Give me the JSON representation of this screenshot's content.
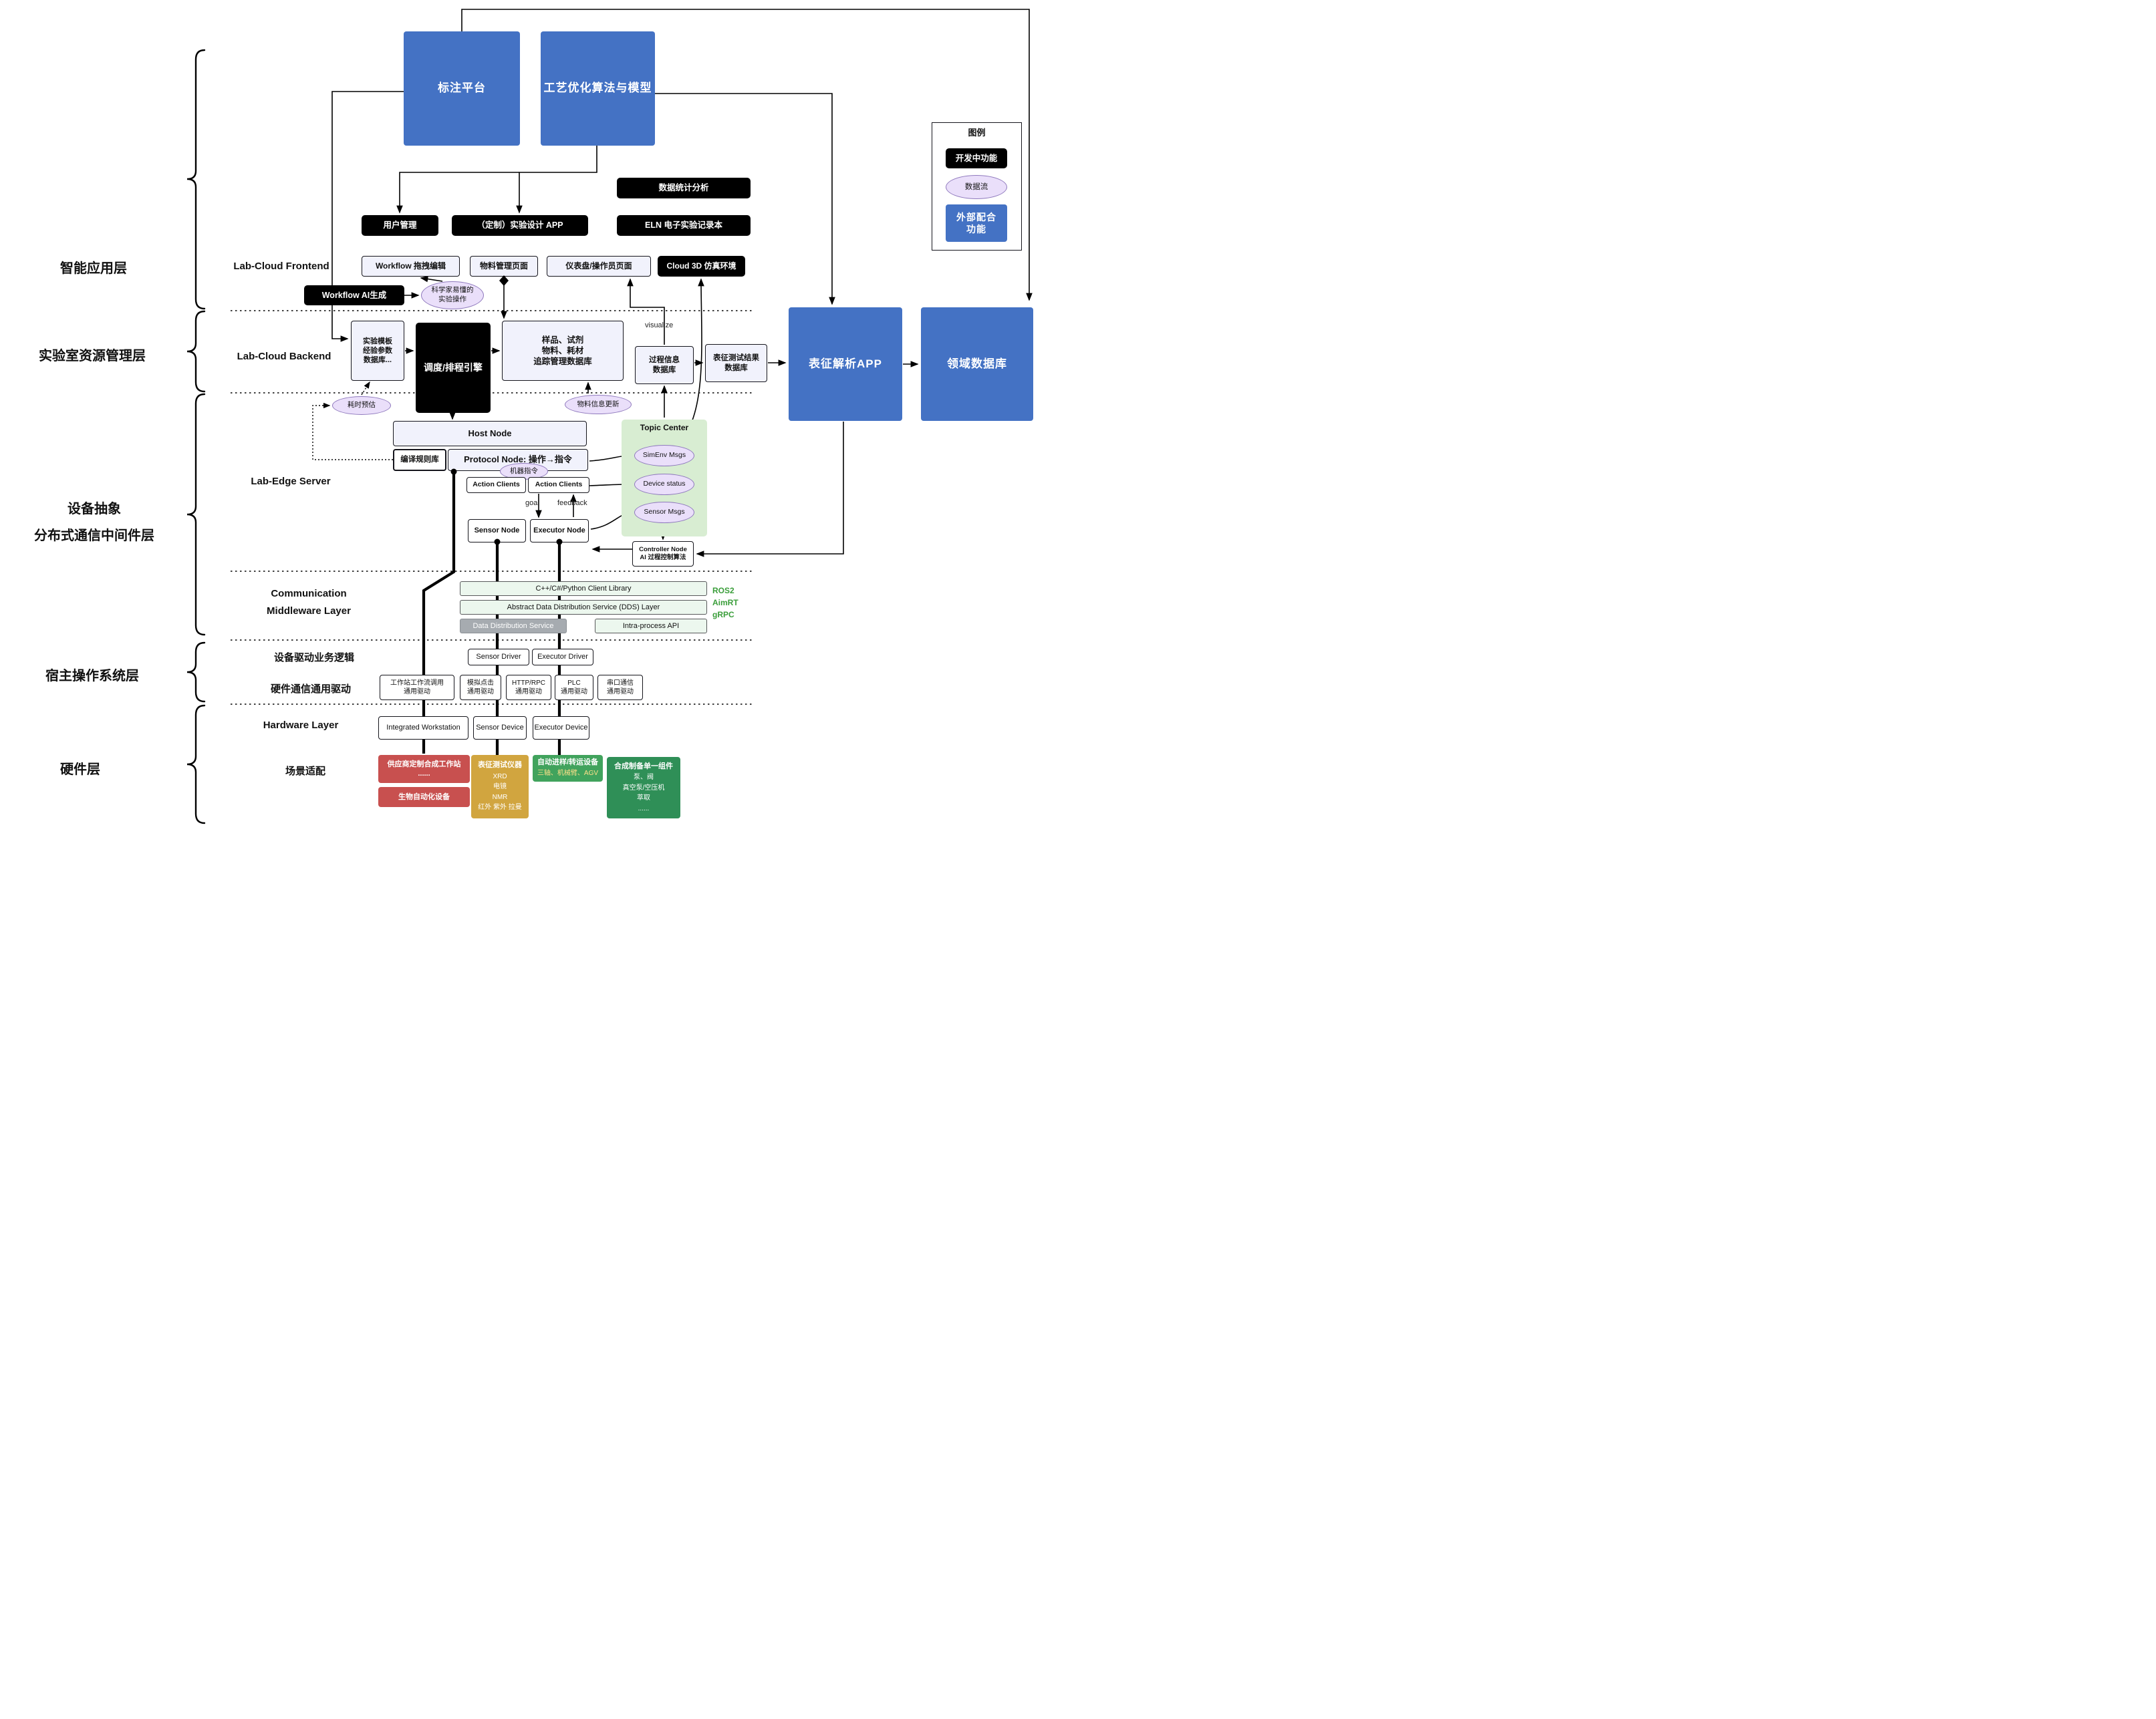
{
  "layers": {
    "l1": "智能应用层",
    "l2": "实验室资源管理层",
    "l3": "设备抽象\n分布式通信中间件层",
    "l4": "宿主操作系统层",
    "l5": "硬件层"
  },
  "sections": {
    "frontend": "Lab-Cloud Frontend",
    "backend": "Lab-Cloud Backend",
    "edge": "Lab-Edge Server",
    "comm": "Communication\nMiddleware Layer",
    "driver_logic": "设备驱动业务逻辑",
    "hw_driver": "硬件通信通用驱动",
    "hw_layer": "Hardware Layer",
    "scene": "场景适配"
  },
  "nodes": {
    "annotation_platform": "标注平台",
    "process_opt": "工艺优化算法与模型",
    "data_stats": "数据统计分析",
    "user_mgmt": "用户管理",
    "exp_design_app": "（定制）实验设计 APP",
    "eln": "ELN 电子实验记录本",
    "workflow_edit": "Workflow 拖拽编辑",
    "material_page": "物料管理页面",
    "dashboard_page": "仪表盘/操作员页面",
    "cloud3d": "Cloud 3D 仿真环境",
    "workflow_ai": "Workflow AI生成",
    "sci_ops": "科学家易懂的\n实验操作",
    "exp_template_db": "实验模板\n经验参数\n数据库...",
    "scheduler": "调度/排程引擎",
    "sample_db": "样品、试剂\n物料、耗材\n追踪管理数据库",
    "process_info_db": "过程信息\n数据库",
    "char_result_db": "表征测试结果\n数据库",
    "char_app": "表征解析APP",
    "domain_db": "领域数据库",
    "time_estimate": "耗时预估",
    "material_update": "物料信息更新",
    "host_node": "Host Node",
    "compile_rules": "编译规则库",
    "protocol_node": "Protocol Node: 操作→指令",
    "machine_cmd": "机器指令",
    "action_clients_l": "Action Clients",
    "action_clients_r": "Action Clients",
    "sensor_node": "Sensor Node",
    "executor_node": "Executor Node",
    "topic_center": "Topic Center",
    "simenv_msgs": "SimEnv Msgs",
    "device_status": "Device status",
    "sensor_msgs": "Sensor Msgs",
    "controller_node": "Controller Node\nAI 过程控制算法",
    "client_lib": "C++/C#/Python Client Library",
    "dds_layer": "Abstract Data Distribution Service (DDS) Layer",
    "dds_service": "Data Distribution Service",
    "intra_api": "Intra-process API",
    "sensor_driver": "Sensor Driver",
    "executor_driver": "Executor Driver",
    "ws_driver": "工作站工作流调用\n通用驱动",
    "click_driver": "模拟点击\n通用驱动",
    "http_driver": "HTTP/RPC\n通用驱动",
    "plc_driver": "PLC\n通用驱动",
    "serial_driver": "串口通信\n通用驱动",
    "integrated_ws": "Integrated Workstation",
    "sensor_device": "Sensor Device",
    "executor_device": "Executor Device",
    "vendor_ws": "供应商定制合成工作站\n......",
    "bio_auto": "生物自动化设备",
    "char_instrument_title": "表征测试仪器",
    "char_instrument_items": "XRD\n电镜\nNMR\n红外 紫外 拉曼",
    "transfer_title": "自动进样/转运设备",
    "transfer_items": "三轴、机械臂、AGV",
    "synthesis_title": "合成制备单一组件",
    "synthesis_items": "泵、阀\n真空泵/空压机\n萃取\n......"
  },
  "flow_labels": {
    "visualize": "visualize",
    "goal": "goal",
    "feedback": "feedback",
    "ros2": "ROS2",
    "aimrt": "AimRT",
    "grpc": "gRPC"
  },
  "legend": {
    "title": "图例",
    "dev": "开发中功能",
    "flow": "数据流",
    "external": "外部配合\n功能"
  },
  "colors": {
    "external_blue": "#4472c4",
    "dev_black": "#000000",
    "dataflow_purple": "#eadffa",
    "topic_green": "#d8edd2",
    "middleware_green": "#ecf7ee",
    "vendor_red": "#c8504f",
    "instrument_gold": "#d1a53f",
    "hardware_green": "#2f8f57"
  }
}
